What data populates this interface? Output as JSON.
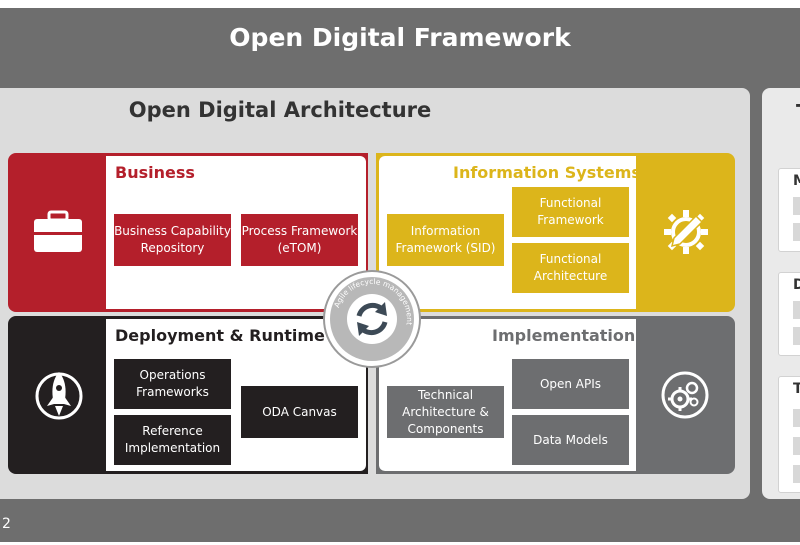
{
  "header": {
    "title": "Open Digital Framework"
  },
  "main": {
    "title": "Open Digital Architecture"
  },
  "colors": {
    "business": "#b41f2b",
    "information_systems": "#dcb51b",
    "deployment": "#231f20",
    "implementation": "#6d6e70",
    "implementation_box": "#6d6e70",
    "framework_bg": "#6e6e6e",
    "panel_bg": "#dcdcdc"
  },
  "quadrants": {
    "business": {
      "title": "Business",
      "icon": "briefcase-icon",
      "boxes": [
        "Business Capability Repository",
        "Process Framework (eTOM)"
      ]
    },
    "information_systems": {
      "title": "Information Systems",
      "icon": "gear-pencil-icon",
      "boxes": [
        "Information Framework (SID)",
        "Functional Framework",
        "Functional Architecture"
      ]
    },
    "deployment": {
      "title": "Deployment & Runtime",
      "icon": "rocket-icon",
      "boxes": [
        "Operations Frameworks",
        "Reference Implementation",
        "ODA Canvas"
      ]
    },
    "implementation": {
      "title": "Implementation",
      "icon": "gears-icon",
      "boxes": [
        "Technical Architecture & Components",
        "Open APIs",
        "Data Models"
      ]
    }
  },
  "hub": {
    "label": "Agile lifecycle management",
    "icon": "refresh-cycle-icon"
  },
  "right_panel": {
    "letter": "T",
    "cards": [
      "M",
      "D",
      "T"
    ]
  },
  "footer": {
    "page": "2"
  }
}
